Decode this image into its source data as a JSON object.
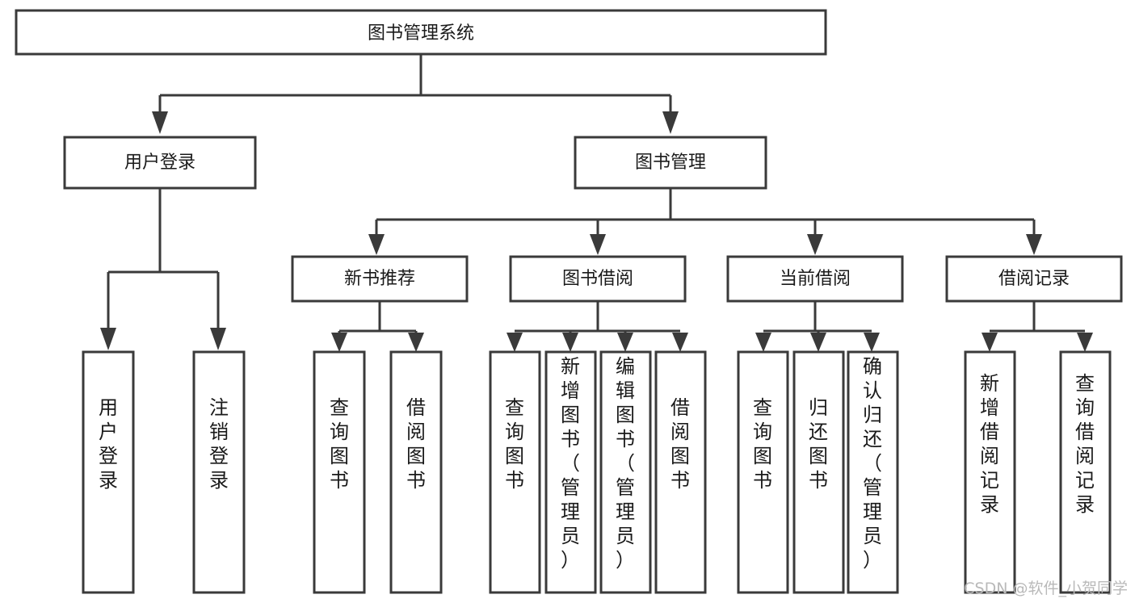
{
  "diagram": {
    "title_node": {
      "label": "图书管理系统"
    },
    "level2": [
      {
        "id": "user-login",
        "label": "用户登录"
      },
      {
        "id": "book-management",
        "label": "图书管理"
      }
    ],
    "level3": [
      {
        "id": "new-book-recommend",
        "label": "新书推荐"
      },
      {
        "id": "book-borrow",
        "label": "图书借阅"
      },
      {
        "id": "current-borrow",
        "label": "当前借阅"
      },
      {
        "id": "borrow-record",
        "label": "借阅记录"
      }
    ],
    "leaves": {
      "user_login": [
        {
          "id": "leaf-user-login",
          "label": "用户登录"
        },
        {
          "id": "leaf-logout-login",
          "label": "注销登录"
        }
      ],
      "new_book_recommend": [
        {
          "id": "leaf-query-book-1",
          "label": "查询图书"
        },
        {
          "id": "leaf-borrow-book-1",
          "label": "借阅图书"
        }
      ],
      "book_borrow": [
        {
          "id": "leaf-query-book-2",
          "label": "查询图书"
        },
        {
          "id": "leaf-add-book",
          "label": "新增图书（管理员）"
        },
        {
          "id": "leaf-edit-book",
          "label": "编辑图书（管理员）"
        },
        {
          "id": "leaf-borrow-book-2",
          "label": "借阅图书"
        }
      ],
      "current_borrow": [
        {
          "id": "leaf-query-book-3",
          "label": "查询图书"
        },
        {
          "id": "leaf-return-book",
          "label": "归还图书"
        },
        {
          "id": "leaf-confirm-return",
          "label": "确认归还（管理员）"
        }
      ],
      "borrow_record": [
        {
          "id": "leaf-add-record",
          "label": "新增借阅记录"
        },
        {
          "id": "leaf-query-record",
          "label": "查询借阅记录"
        }
      ]
    }
  },
  "watermark": {
    "text": "CSDN @软件_小贺同学"
  },
  "colors": {
    "box_stroke": "#3a3a3a",
    "box_fill": "#ffffff",
    "text": "#1a1a1a",
    "watermark": "#b9b9b9",
    "background": "#ffffff"
  }
}
